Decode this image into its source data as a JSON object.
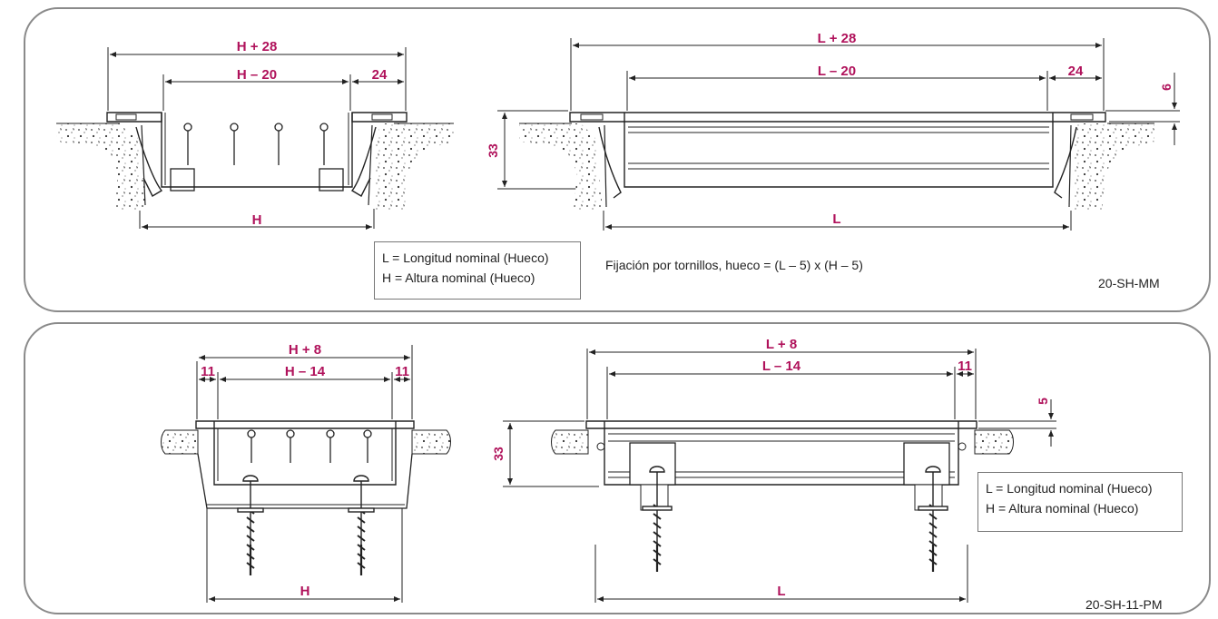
{
  "top": {
    "code": "20-SH-MM",
    "note": "Fijación por tornillos, hueco = (L – 5) x (H – 5)",
    "legend": [
      "L = Longitud nominal (Hueco)",
      "H = Altura nominal (Hueco)"
    ],
    "left_view": {
      "overall": "H + 28",
      "inner": "H – 20",
      "side": "24",
      "bottom": "H"
    },
    "right_view": {
      "overall": "L + 28",
      "inner": "L – 20",
      "side": "24",
      "height": "33",
      "lip": "6",
      "bottom": "L"
    }
  },
  "bottom": {
    "code": "20-SH-11-PM",
    "legend": [
      "L = Longitud nominal (Hueco)",
      "H = Altura nominal (Hueco)"
    ],
    "left_view": {
      "overall": "H + 8",
      "inner": "H – 14",
      "side_left": "11",
      "side_right": "11",
      "bottom": "H"
    },
    "right_view": {
      "overall": "L + 8",
      "inner": "L – 14",
      "side": "11",
      "height": "33",
      "lip": "5",
      "bottom": "L"
    }
  },
  "colors": {
    "dimension": "#b0125b",
    "line": "#222222",
    "frame": "#8a8a8a"
  }
}
